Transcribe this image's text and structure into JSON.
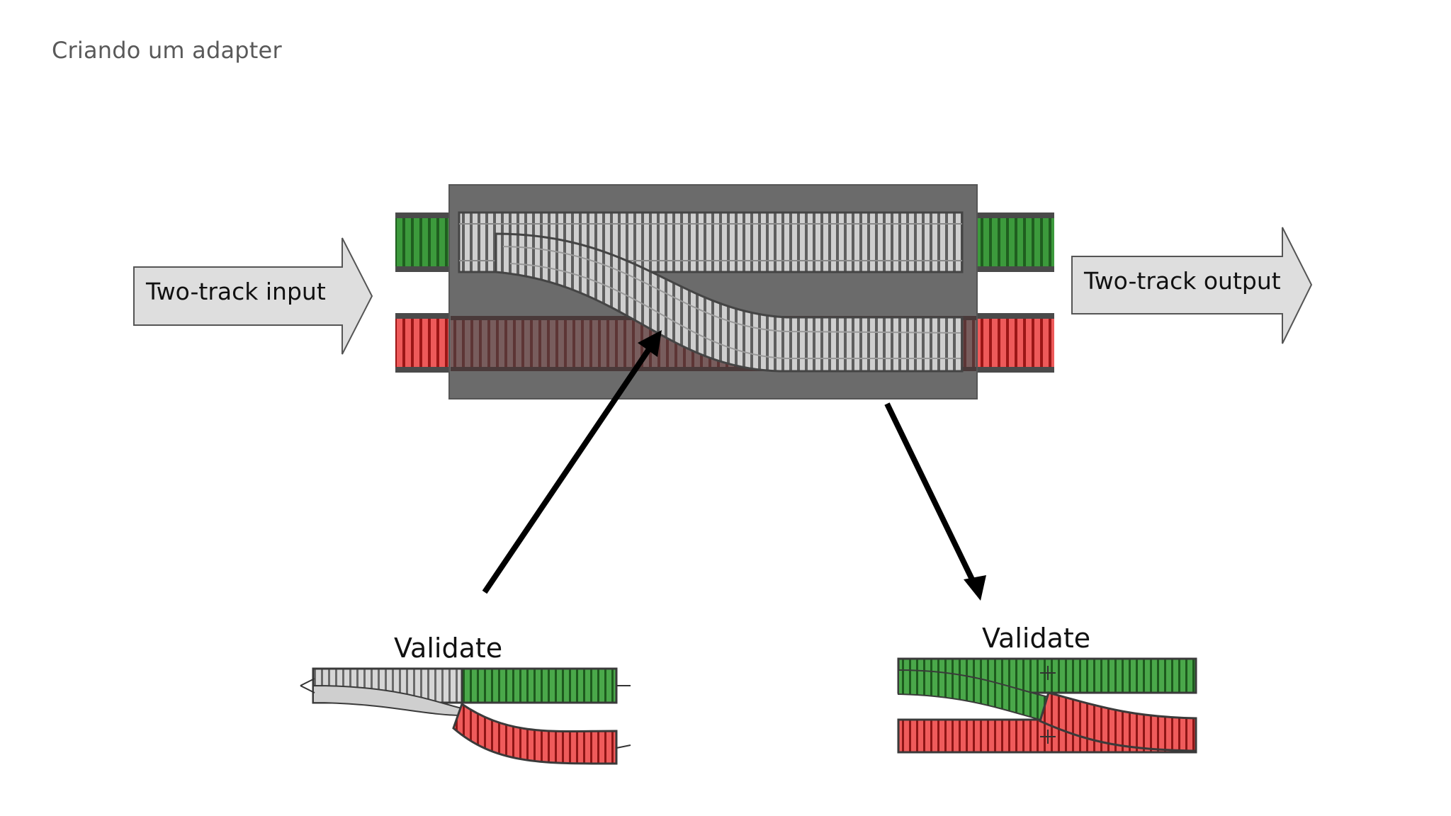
{
  "slide": {
    "title": "Criando um adapter"
  },
  "diagram": {
    "input_label": "Two-track input",
    "output_label": "Two-track output",
    "left_detail_label": "Validate",
    "right_detail_label": "Validate",
    "colors": {
      "success_track": "#2e8b2e",
      "failure_track": "#e0282a",
      "neutral_track": "#bdbdbd",
      "adapter_box": "#6b6b6b",
      "arrow_fill": "#dedede",
      "pointer": "#000000"
    }
  }
}
